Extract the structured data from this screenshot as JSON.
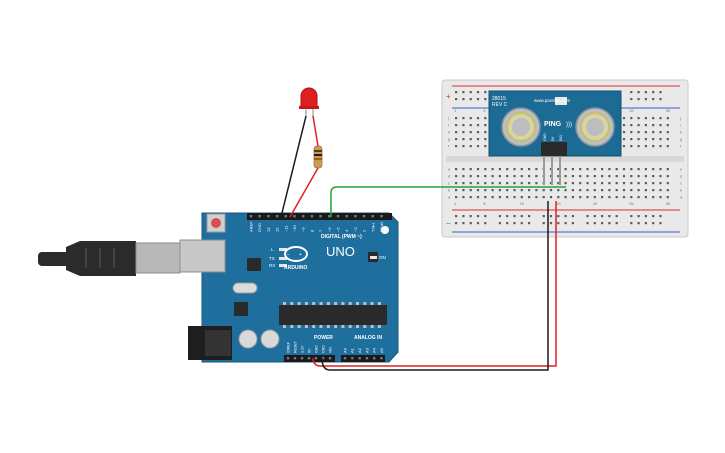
{
  "arduino": {
    "brand_label": "UNO",
    "logo_text": "ARDUINO",
    "digital_header_label": "DIGITAL (PWM ~)",
    "power_label": "POWER",
    "analog_label": "ANALOG IN",
    "on_label": "ON",
    "tx_label": "TX",
    "rx_label": "RX",
    "l_label": "L",
    "digital_pins": [
      "AREF",
      "GND",
      "13",
      "12",
      "~11",
      "~10",
      "~9",
      "8",
      "7",
      "~6",
      "~5",
      "4",
      "~3",
      "2",
      "TX▸1",
      "RX◂0"
    ],
    "power_pins": [
      "IOREF",
      "RESET",
      "3.3V",
      "5V",
      "GND",
      "GND",
      "VIN"
    ],
    "analog_pins": [
      "A0",
      "A1",
      "A2",
      "A3",
      "A4",
      "A5"
    ],
    "board_color": "#1f6f9e"
  },
  "sensor": {
    "model_label": "28015",
    "rev_label": "REV C",
    "url_label": "www.parallax.com",
    "name_label": "PING",
    "name_suffix": ")))",
    "pin_labels": [
      "GND",
      "5V",
      "SIG"
    ]
  },
  "breadboard": {
    "column_numbers": [
      "1",
      "5",
      "10",
      "15",
      "20",
      "25",
      "30"
    ],
    "row_letters_top": [
      "j",
      "i",
      "h",
      "g",
      "f"
    ],
    "row_letters_bottom": [
      "e",
      "d",
      "c",
      "b",
      "a"
    ],
    "rail_plus": "+",
    "rail_minus": "−"
  },
  "components": {
    "led_color": "#e02020",
    "resistor_color": "#c99a5b"
  },
  "wires": {
    "signal_color": "#21a33a",
    "power_color": "#e02020",
    "ground_color": "#1a1a1a"
  },
  "usb_cable": {
    "color": "#2b2b2b"
  }
}
